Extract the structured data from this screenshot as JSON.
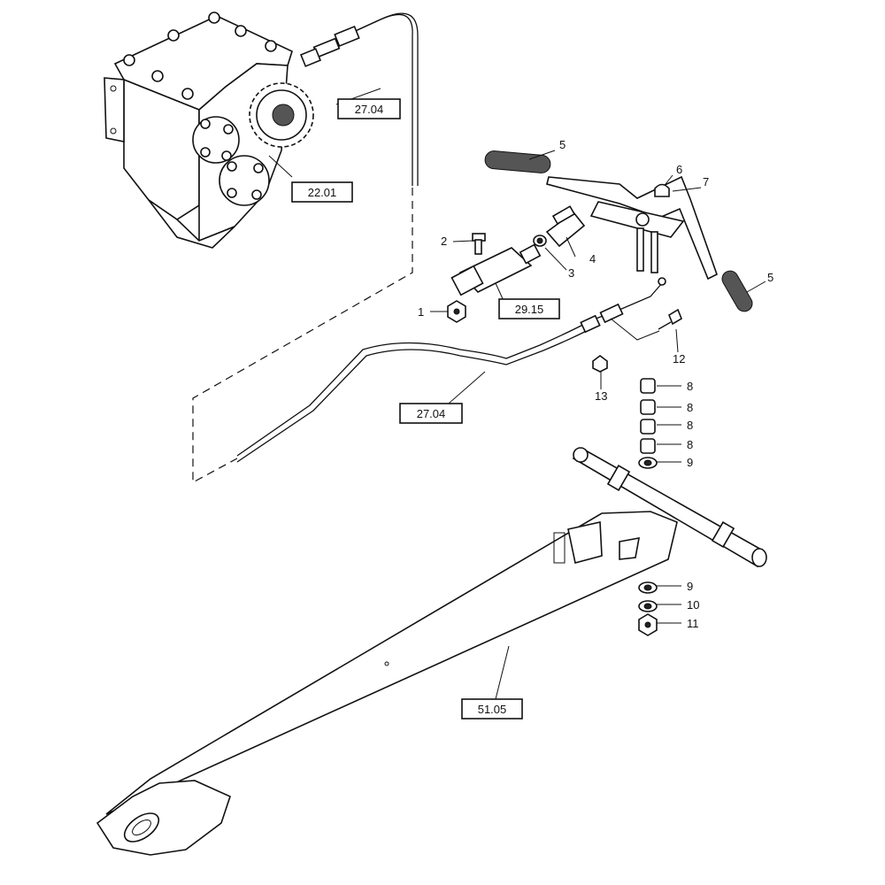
{
  "diagram": {
    "ref_boxes": [
      {
        "id": "ref-27-04-top",
        "label": "27.04"
      },
      {
        "id": "ref-22-01",
        "label": "22.01"
      },
      {
        "id": "ref-29-15",
        "label": "29.15"
      },
      {
        "id": "ref-27-04-mid",
        "label": "27.04"
      },
      {
        "id": "ref-51-05",
        "label": "51.05"
      }
    ],
    "callouts": [
      {
        "id": "c5a",
        "label": "5"
      },
      {
        "id": "c6",
        "label": "6"
      },
      {
        "id": "c7",
        "label": "7"
      },
      {
        "id": "c2",
        "label": "2"
      },
      {
        "id": "c4",
        "label": "4"
      },
      {
        "id": "c3",
        "label": "3"
      },
      {
        "id": "c5b",
        "label": "5"
      },
      {
        "id": "c1",
        "label": "1"
      },
      {
        "id": "c12",
        "label": "12"
      },
      {
        "id": "c13",
        "label": "13"
      },
      {
        "id": "c8a",
        "label": "8"
      },
      {
        "id": "c8b",
        "label": "8"
      },
      {
        "id": "c8c",
        "label": "8"
      },
      {
        "id": "c8d",
        "label": "8"
      },
      {
        "id": "c9a",
        "label": "9"
      },
      {
        "id": "c9b",
        "label": "9"
      },
      {
        "id": "c10",
        "label": "10"
      },
      {
        "id": "c11",
        "label": "11"
      }
    ]
  }
}
